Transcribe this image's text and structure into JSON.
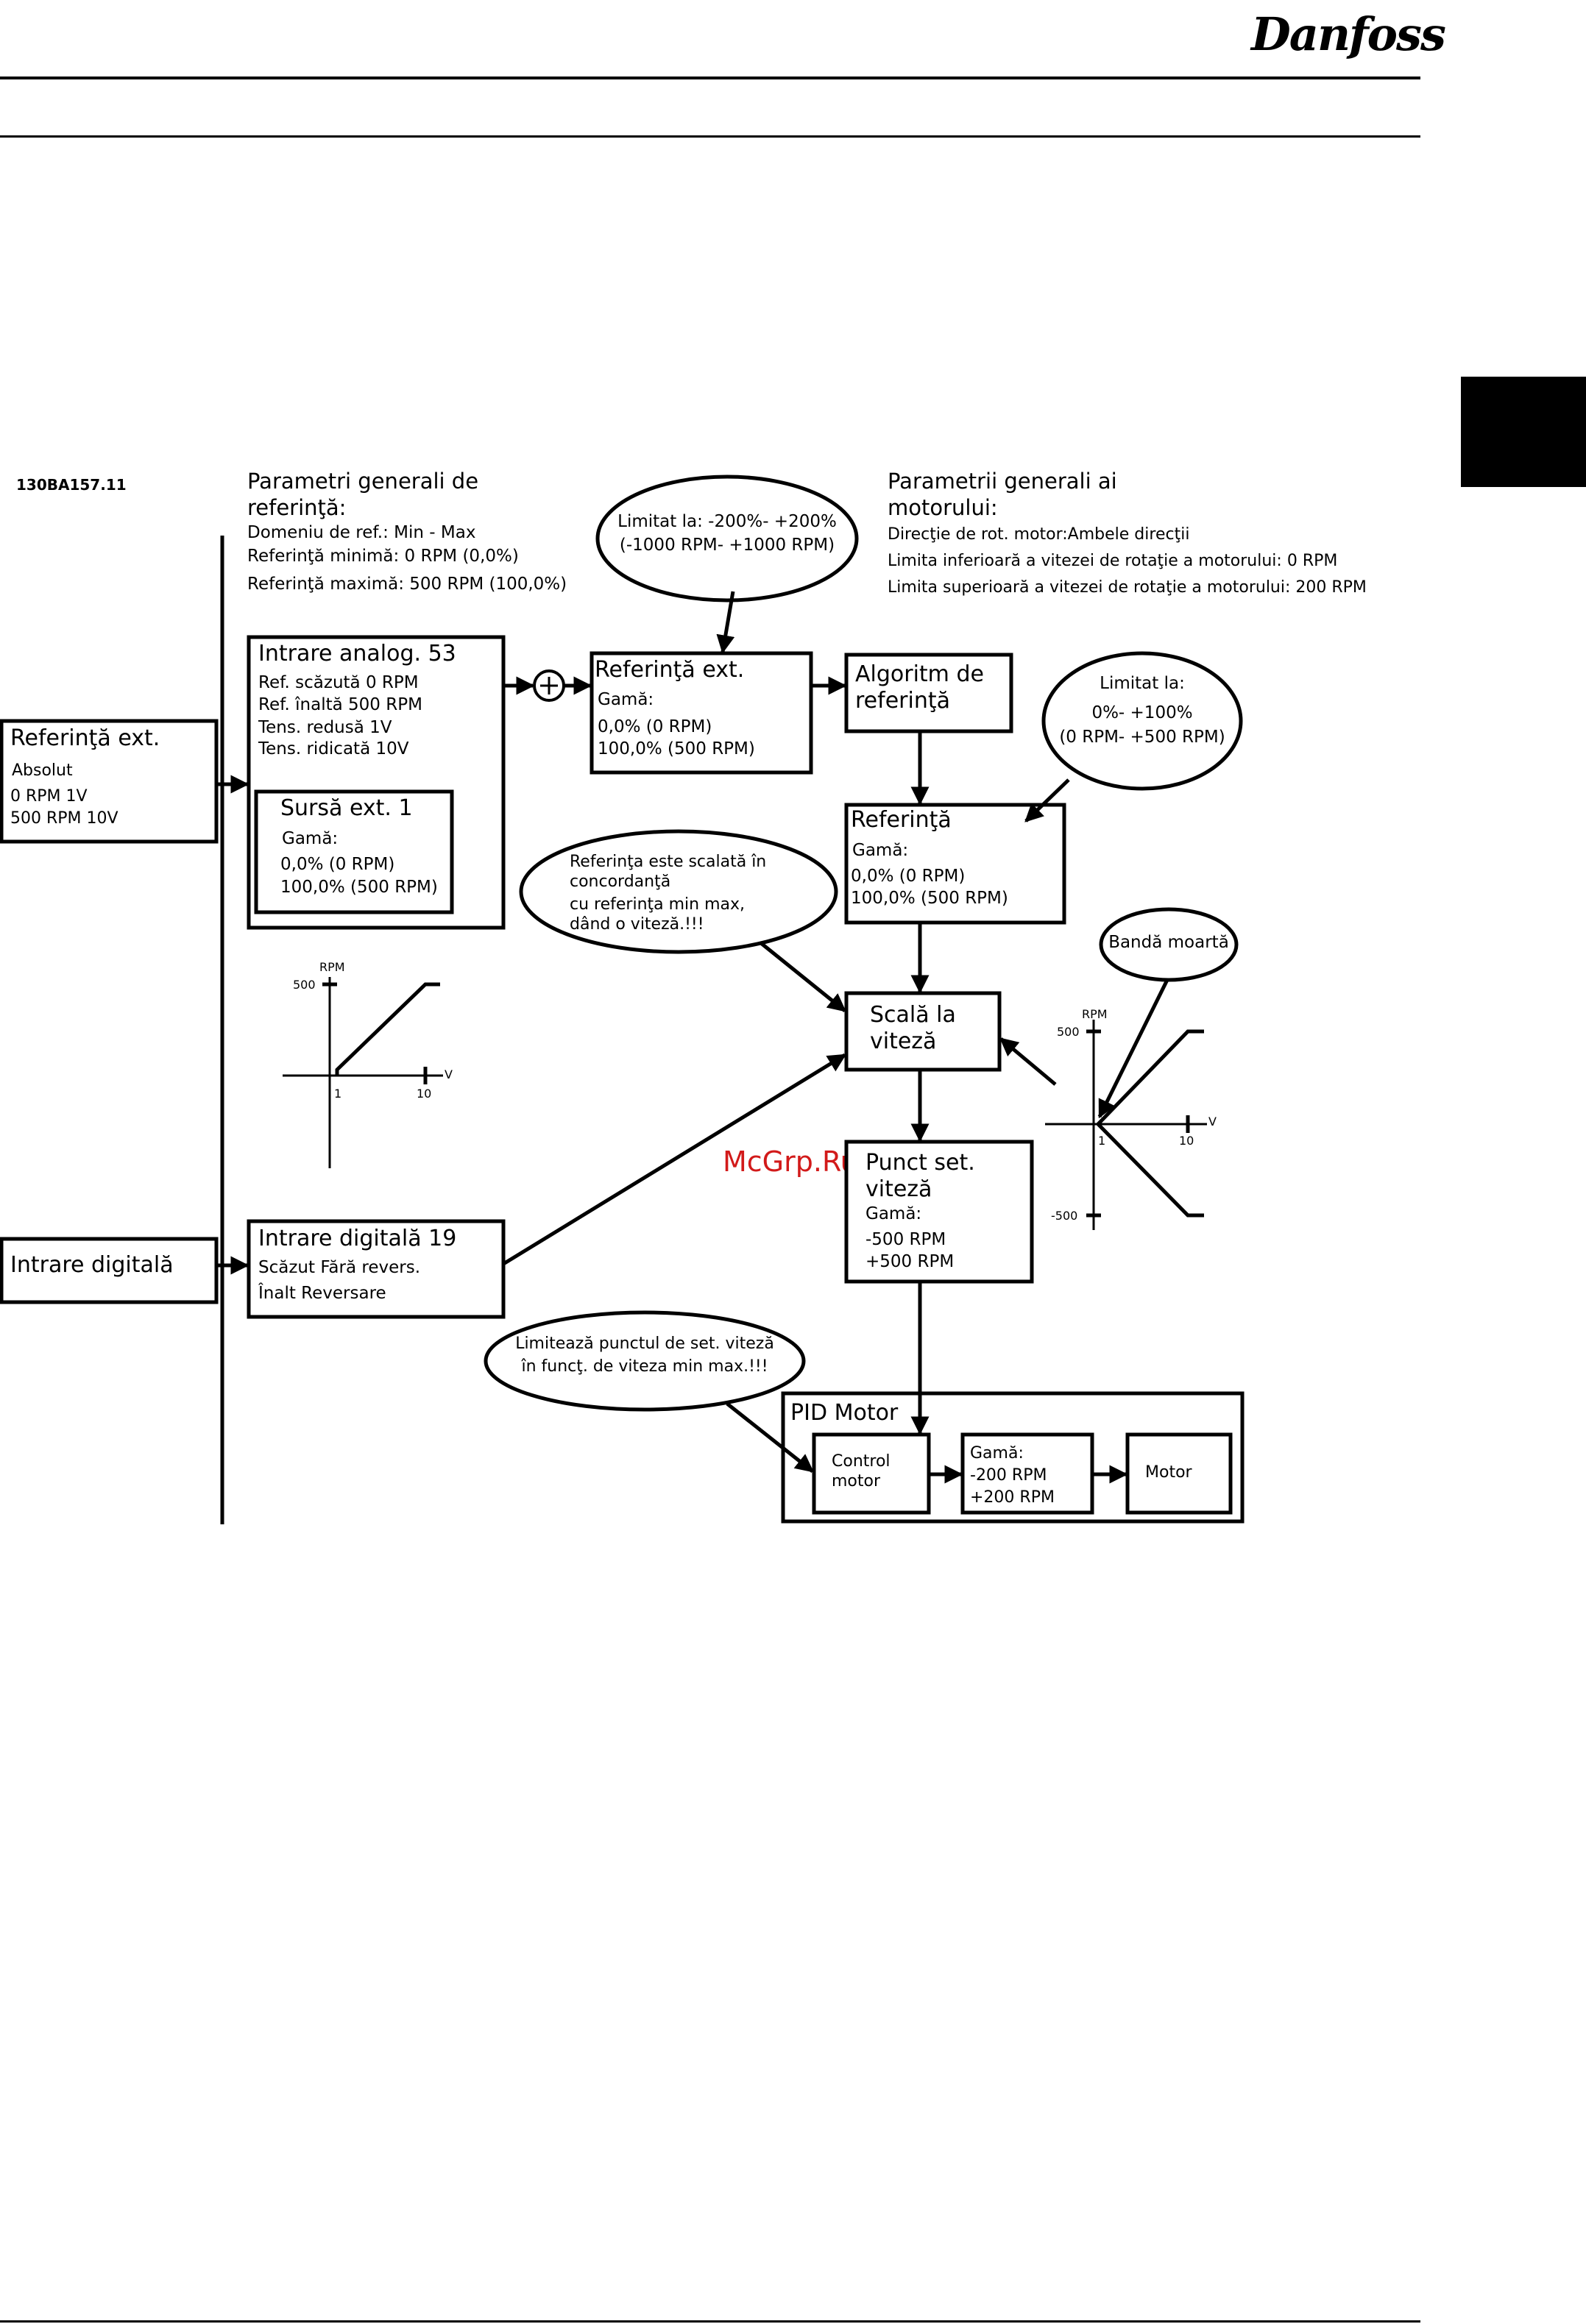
{
  "header": {
    "brand": "Danfoss"
  },
  "watermark": "McGrp.Ru",
  "figure_id": "130BA157.11",
  "ref_params": {
    "title_1": "Parametri generali de",
    "title_2": "referinţă:",
    "line_1": "Domeniu de ref.: Min - Max",
    "line_2": "Referinţă minimă: 0 RPM (0,0%)",
    "line_3": "Referinţă maximă: 500 RPM (100,0%)"
  },
  "motor_params": {
    "title_1": "Parametrii generali ai",
    "title_2": "motorului:",
    "line_1": "Direcţie de rot. motor:Ambele direcţii",
    "line_2": "Limita inferioară a vitezei de rotaţie a motorului: 0 RPM",
    "line_3": "Limita superioară a vitezei de rotaţie a motorului: 200 RPM"
  },
  "bubbles": {
    "limit_ext_1": "Limitat la: -200%- +200%",
    "limit_ext_2": "(-1000 RPM- +1000 RPM)",
    "limit_ref_1": "Limitat la:",
    "limit_ref_2": "0%- +100%",
    "limit_ref_3": "(0 RPM- +500 RPM)",
    "scaled_1": "Referinţa este scalată în",
    "scaled_2": "concordanţă",
    "scaled_3": "cu referinţa min max,",
    "scaled_4": "dând o viteză.!!!",
    "deadband": "Bandă moartă",
    "limits_setpoint_1": "Limitează punctul de set. viteză",
    "limits_setpoint_2": "în funcţ. de viteza min max.!!!"
  },
  "boxes": {
    "ext_ref": {
      "title": "Referinţă ext.",
      "line_1": "Absolut",
      "line_2": "0 RPM   1V",
      "line_3": "500 RPM  10V"
    },
    "analog_in": {
      "title": "Intrare analog. 53",
      "line_1": "Ref. scăzută 0 RPM",
      "line_2": "Ref. înaltă 500 RPM",
      "line_3": "Tens. redusă 1V",
      "line_4": "Tens. ridicată 10V"
    },
    "ext_source": {
      "title": "Sursă ext. 1",
      "line_1": "Gamă:",
      "line_2": "0,0% (0 RPM)",
      "line_3": "100,0% (500 RPM)"
    },
    "ref_ext": {
      "title": "Referinţă ext.",
      "line_1": "Gamă:",
      "line_2": "0,0% (0 RPM)",
      "line_3": "100,0% (500 RPM)"
    },
    "ref_algo": {
      "title_1": "Algoritm de",
      "title_2": "referinţă"
    },
    "reference": {
      "title": "Referinţă",
      "line_1": "Gamă:",
      "line_2": "0,0% (0 RPM)",
      "line_3": "100,0% (500 RPM)"
    },
    "scale_speed": {
      "title_1": "Scală la",
      "title_2": "viteză"
    },
    "setpoint": {
      "title_1": "Punct set.",
      "title_2": "viteză",
      "line_1": "Gamă:",
      "line_2": "-500 RPM",
      "line_3": "+500 RPM"
    },
    "digital_in_ext": {
      "title": "Intrare digitală"
    },
    "digital_in_19": {
      "title": "Intrare digitală 19",
      "line_1": "Scăzut   Fără revers.",
      "line_2": "Înalt  Reversare"
    },
    "pid": {
      "title": "PID Motor",
      "control_1": "Control",
      "control_2": "motor",
      "range_1": "Gamă:",
      "range_2": "-200 RPM",
      "range_3": "+200 RPM",
      "motor": "Motor"
    }
  },
  "graph_left": {
    "y_label": "RPM",
    "y_tick": "500",
    "x_label": "V",
    "x_tick_1": "1",
    "x_tick_2": "10"
  },
  "graph_right": {
    "y_label": "RPM",
    "y_tick_pos": "500",
    "y_tick_neg": "-500",
    "x_label": "V",
    "x_tick_1": "1",
    "x_tick_2": "10"
  }
}
